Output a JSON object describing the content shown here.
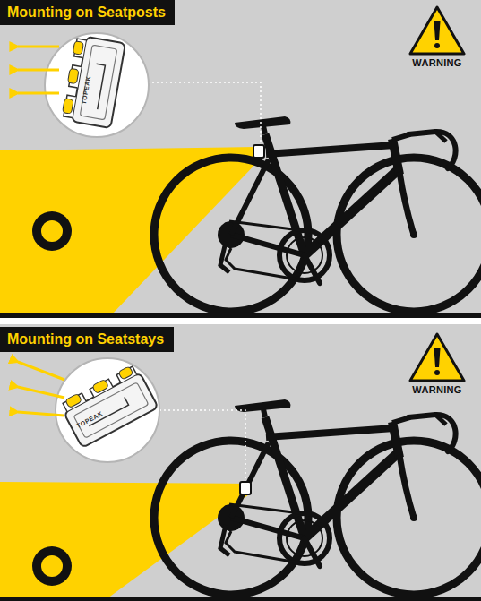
{
  "diagram": {
    "nodes": [
      {
        "text": [
          "Mounting on Seatposts"
        ]
      },
      {
        "text": [
          "Mounting on Seatstays"
        ]
      }
    ],
    "labels": [
      "WARNING",
      "TOPEAK",
      "WARNING",
      "TOPEAK"
    ]
  }
}
